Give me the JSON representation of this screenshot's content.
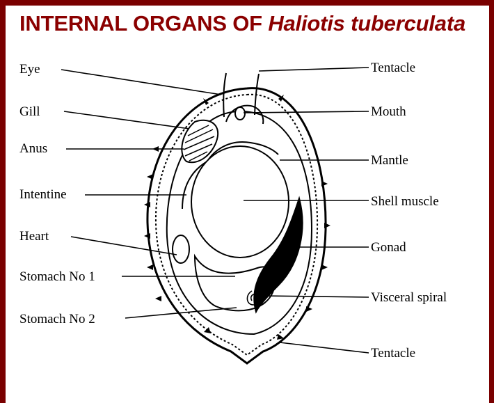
{
  "title": {
    "prefix": "INTERNAL ORGANS OF",
    "species": "Haliotis tuberculata"
  },
  "labels": {
    "left": [
      "Eye",
      "Gill",
      "Anus",
      "Intentine",
      "Heart",
      "Stomach No 1",
      "Stomach No 2"
    ],
    "right": [
      "Tentacle",
      "Mouth",
      "Mantle",
      "Shell muscle",
      "Gonad",
      "Visceral spiral",
      "Tentacle"
    ]
  },
  "colors": {
    "frame": "#7a0000",
    "title": "#8b0000",
    "ink": "#000000"
  }
}
